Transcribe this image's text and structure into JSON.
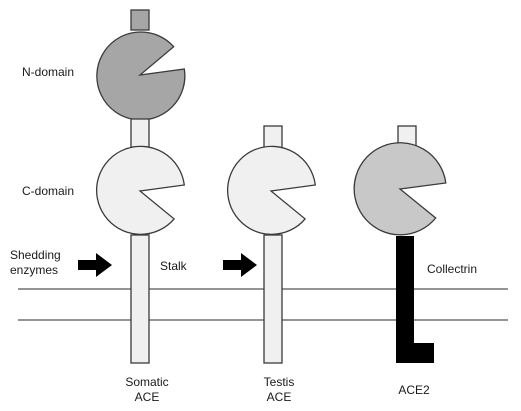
{
  "labels": {
    "n_domain": "N-domain",
    "c_domain": "C-domain",
    "shedding_line1": "Shedding",
    "shedding_line2": "enzymes",
    "stalk": "Stalk",
    "collectrin": "Collectrin"
  },
  "proteins": [
    {
      "name_line1": "Somatic",
      "name_line2": "ACE"
    },
    {
      "name_line1": "Testis",
      "name_line2": "ACE"
    },
    {
      "name_line1": "ACE2",
      "name_line2": ""
    }
  ],
  "colors": {
    "n_domain_fill": "#a6a6a6",
    "c_domain_fill": "#f0f0f0",
    "ace2_domain_fill": "#c8c8c8",
    "collectrin_fill": "#000000",
    "stroke": "#3a3a3a"
  },
  "icons": {
    "domain": "pacman-domain-icon",
    "arrow": "arrow-right-icon"
  }
}
